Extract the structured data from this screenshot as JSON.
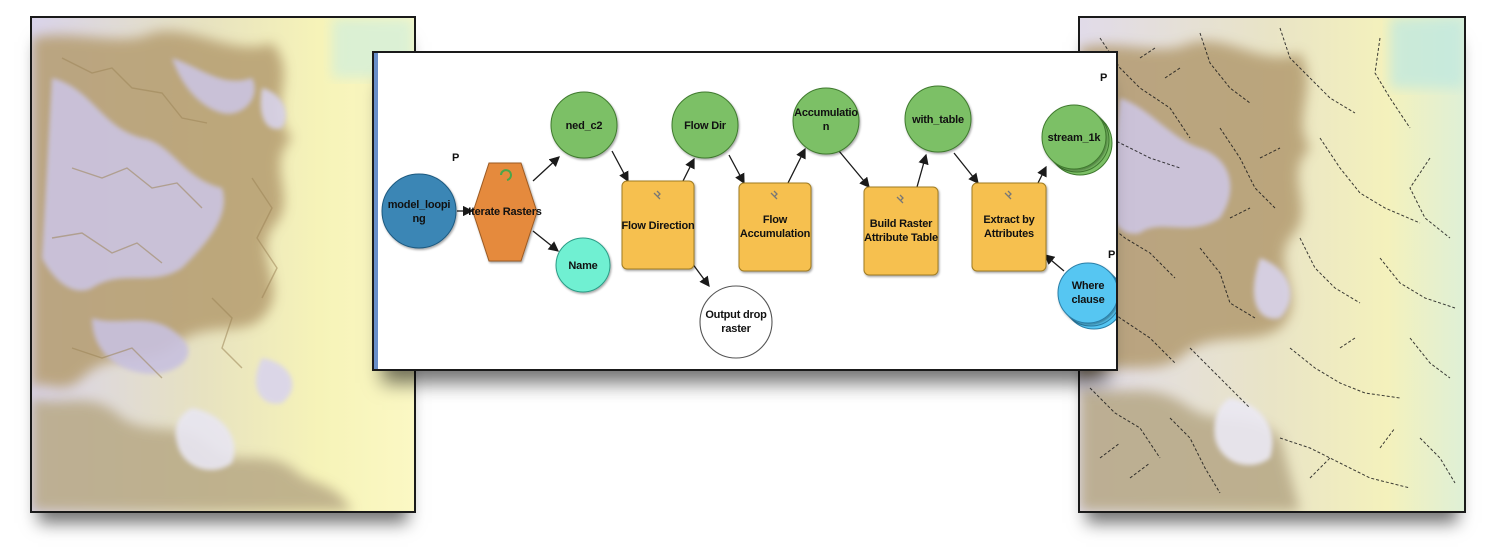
{
  "colors": {
    "input_blue": "#3a86b5",
    "tool_orange": "#e58a3e",
    "tool_yellow": "#f6c050",
    "derived_green": "#7cc066",
    "name_teal": "#6ff0d2",
    "param_blue": "#56c6f2",
    "output_white": "#ffffff",
    "terrain_brown": "#a08762",
    "terrain_yellow": "#f6f3b8",
    "terrain_violet": "#c7c2dd"
  },
  "model": {
    "nodes": {
      "model_looping": {
        "line1": "model_loopi",
        "line2": "ng",
        "param": "P"
      },
      "iterate": {
        "label": "Iterate Rasters"
      },
      "ned_c2": {
        "label": "ned_c2"
      },
      "name": {
        "label": "Name"
      },
      "flow_direction": {
        "label": "Flow Direction"
      },
      "flow_dir": {
        "label": "Flow Dir"
      },
      "output_drop": {
        "line1": "Output drop",
        "line2": "raster"
      },
      "flow_accumulation": {
        "line1": "Flow",
        "line2": "Accumulation"
      },
      "accumulation": {
        "line1": "Accumulatio",
        "line2": "n"
      },
      "build_raster": {
        "line1": "Build Raster",
        "line2": "Attribute Table"
      },
      "with_table": {
        "label": "with_table"
      },
      "extract": {
        "line1": "Extract by",
        "line2": "Attributes"
      },
      "stream_1k": {
        "label": "stream_1k",
        "param": "P"
      },
      "where_clause": {
        "line1": "Where",
        "line2": "clause",
        "param": "P"
      }
    }
  }
}
